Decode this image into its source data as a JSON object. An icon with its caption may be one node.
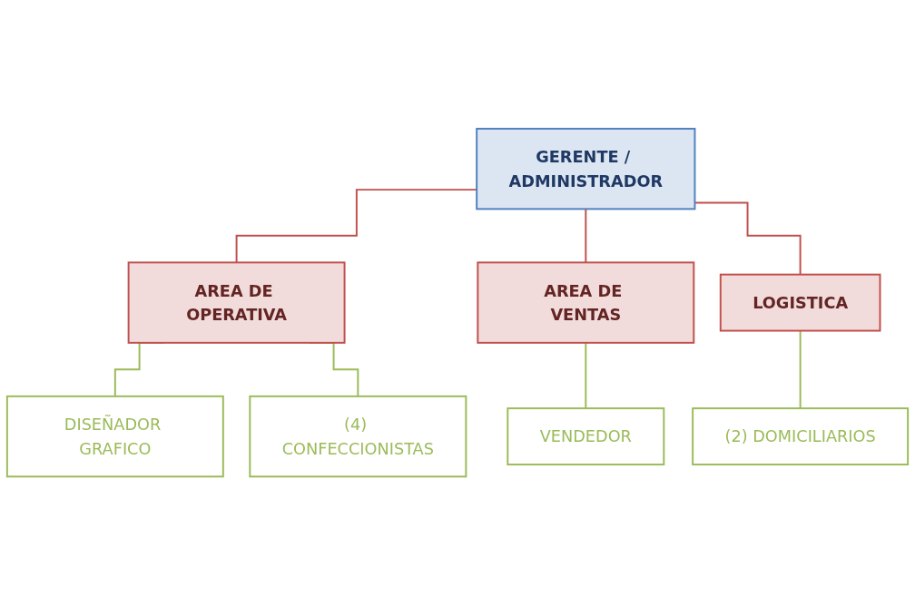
{
  "diagram": {
    "nodes": [
      {
        "text": [
          "GERENTE / ADMINISTRADOR"
        ]
      },
      {
        "text": [
          "AREA DE OPERATIVA"
        ]
      },
      {
        "text": [
          "AREA DE VENTAS"
        ]
      },
      {
        "text": [
          "LOGISTICA"
        ]
      },
      {
        "text": [
          "DISEÑADOR GRAFICO"
        ]
      },
      {
        "text": [
          "(4) CONFECCIONISTAS"
        ]
      },
      {
        "text": [
          "VENDEDOR"
        ]
      },
      {
        "text": [
          "(2) DOMICILIARIOS"
        ]
      }
    ],
    "edges": [
      {
        "from": 0,
        "to": 1,
        "arrow": "none",
        "color": "#c0504d"
      },
      {
        "from": 0,
        "to": 2,
        "arrow": "none",
        "color": "#c0504d"
      },
      {
        "from": 0,
        "to": 3,
        "arrow": "none",
        "color": "#c0504d"
      },
      {
        "from": 1,
        "to": 4,
        "arrow": "none"
      },
      {
        "from": 1,
        "to": 5,
        "arrow": "none"
      },
      {
        "from": 2,
        "to": 6,
        "arrow": "none"
      },
      {
        "from": 3,
        "to": 7,
        "arrow": "none"
      }
    ]
  }
}
